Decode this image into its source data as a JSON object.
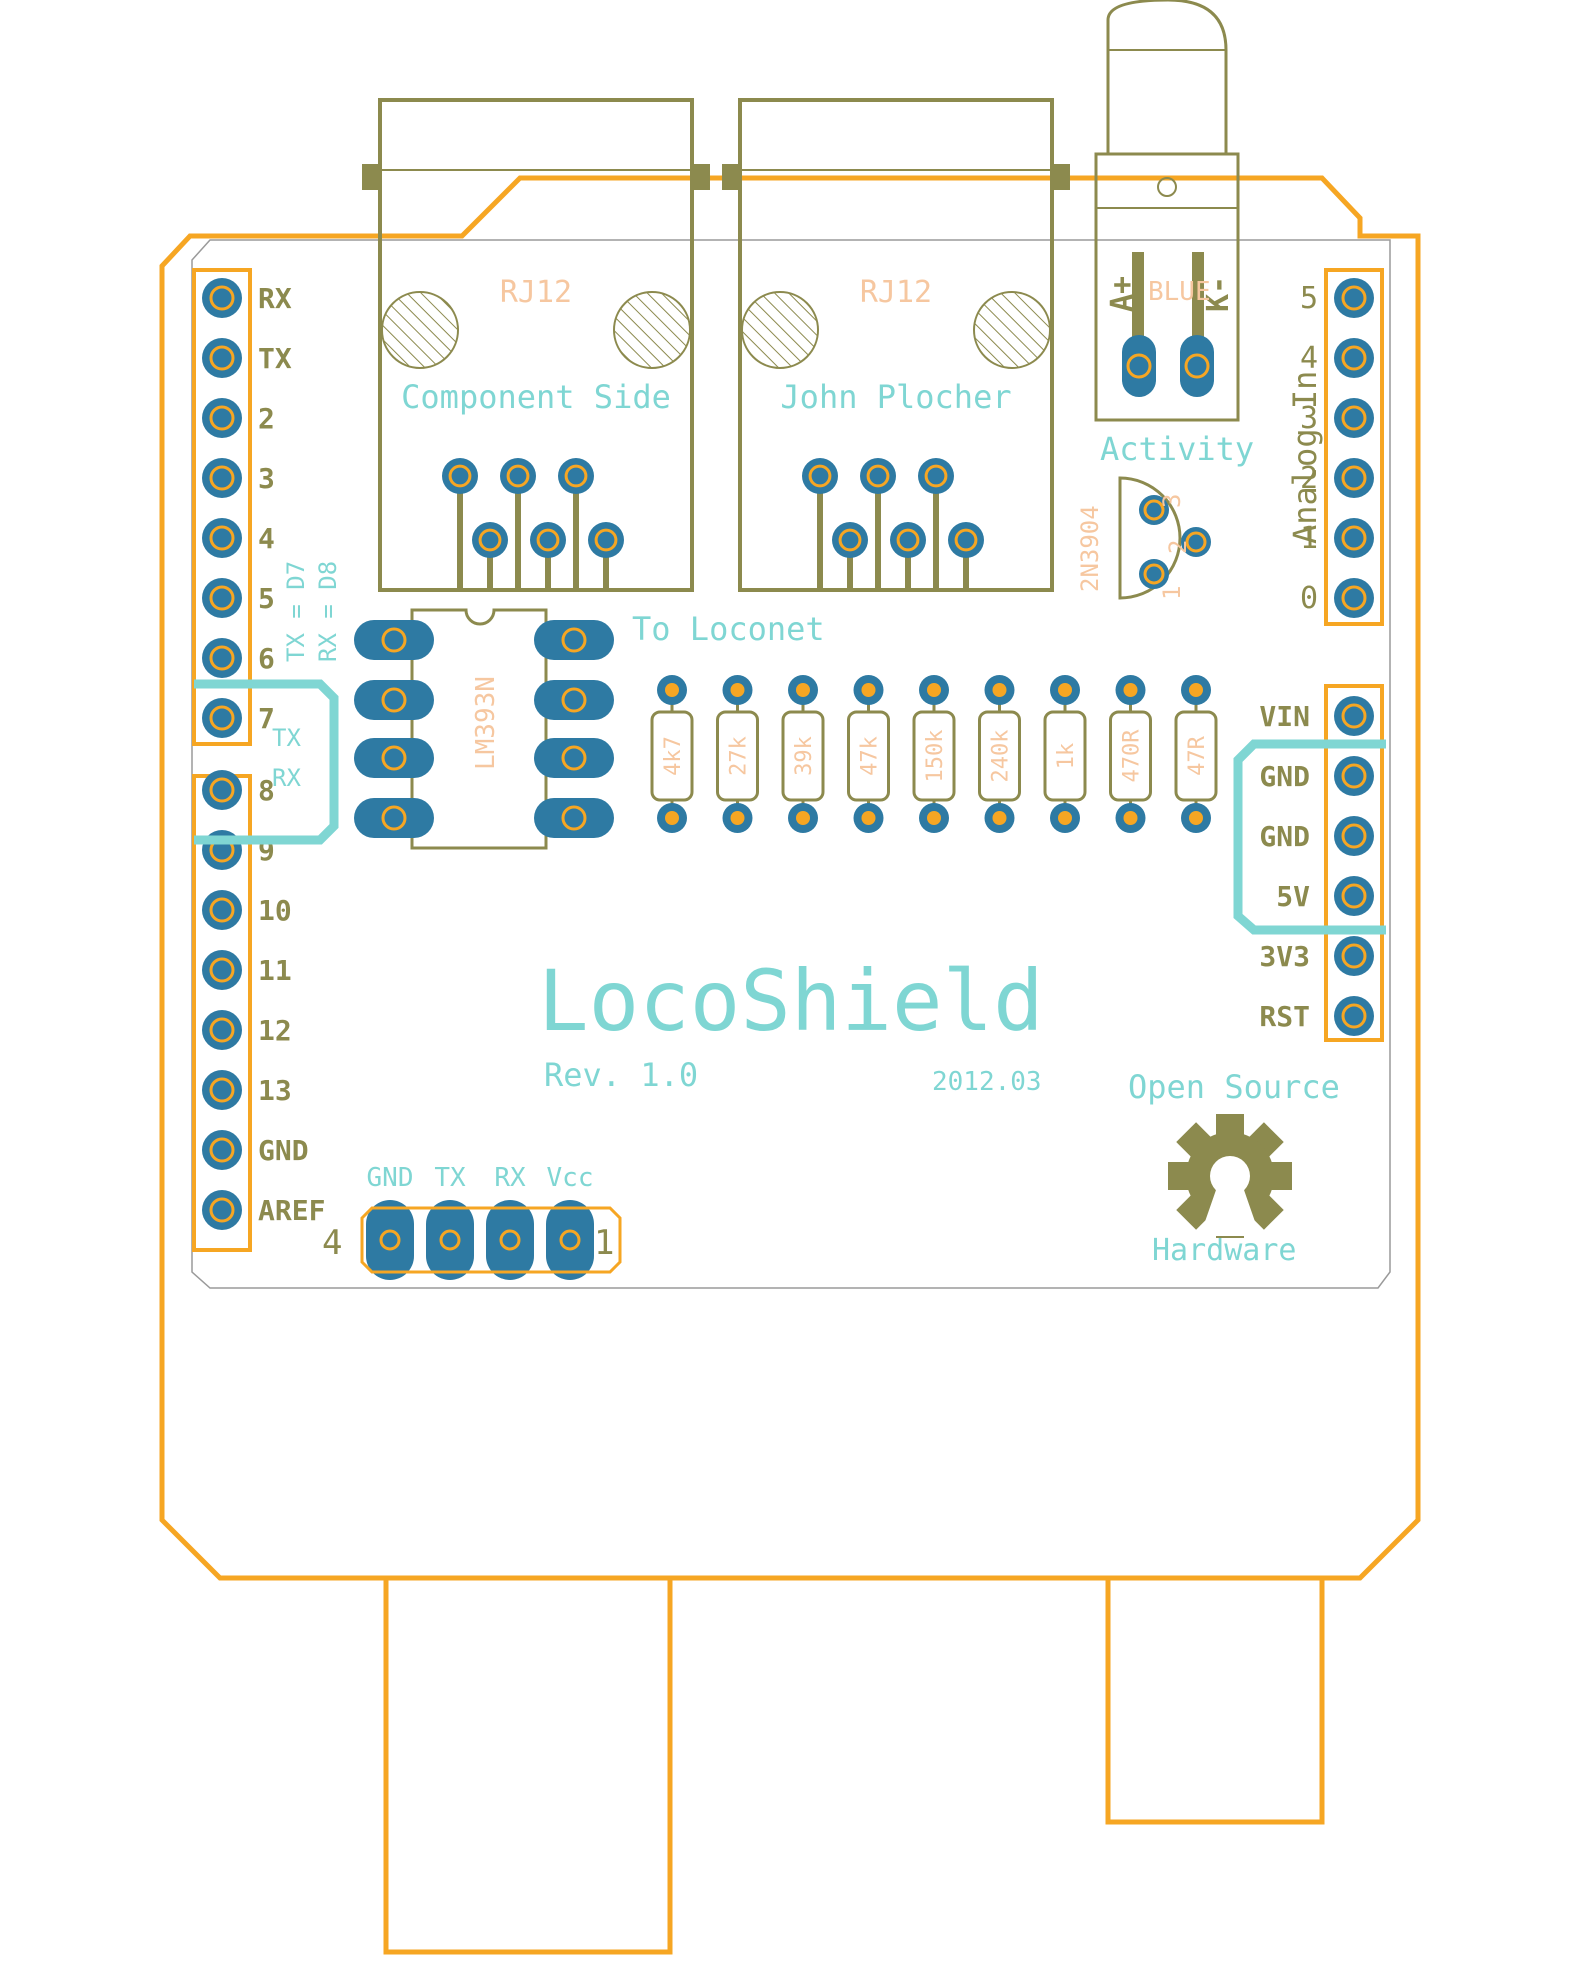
{
  "colors": {
    "outline": "#f6a623",
    "olive": "#8c8a4e",
    "pad": "#2e7aa3",
    "silk": "#7fd6d3",
    "part_text": "#f6c7a0",
    "board_edge": "#9a9a9a"
  },
  "left_header_labels": [
    "RX",
    "TX",
    "2",
    "3",
    "4",
    "5",
    "6",
    "7",
    "8",
    "9",
    "10",
    "11",
    "12",
    "13",
    "GND",
    "AREF"
  ],
  "analog_header_labels": [
    "5",
    "4",
    "3",
    "2",
    "1",
    "0"
  ],
  "analog_title": "Analog In",
  "power_header_labels": [
    "VIN",
    "GND",
    "GND",
    "5V",
    "3V3",
    "RST"
  ],
  "rj12": [
    {
      "name": "RJ12",
      "label": "Component Side"
    },
    {
      "name": "RJ12",
      "label": "John Plocher"
    }
  ],
  "led": {
    "color": "BLUE",
    "anode": "A+",
    "cathode": "K-",
    "label": "Activity"
  },
  "transistor": {
    "name": "2N3904",
    "pins": [
      "1",
      "2",
      "3"
    ]
  },
  "ic": {
    "name": "LM393N"
  },
  "loconet_label": "To Loconet",
  "serial_note": [
    "TX = D7",
    "RX = D8"
  ],
  "jumper_labels": [
    "TX",
    "RX"
  ],
  "resistors": [
    "4k7",
    "27k",
    "39k",
    "47k",
    "150k",
    "240k",
    "1k",
    "470R",
    "47R"
  ],
  "title": "LocoShield",
  "revision": "Rev. 1.0",
  "date": "2012.03",
  "oshw_top": "Open Source",
  "oshw_bottom": "Hardware",
  "serial_header": {
    "labels": [
      "GND",
      "TX",
      "RX",
      "Vcc"
    ],
    "pin_left": "4",
    "pin_right": "1"
  }
}
